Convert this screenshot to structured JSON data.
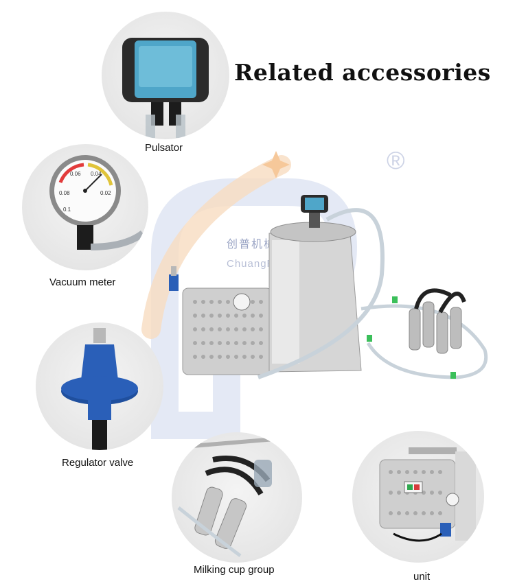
{
  "heading": "Related accessories",
  "watermark": {
    "chinese": "创普机械",
    "latin": "ChuangPu",
    "registered": "®"
  },
  "colors": {
    "blue_accent": "#2a5fb8",
    "orange_accent": "#f2a65a",
    "steel": "#c9c9c9",
    "tube_green": "#3bbf5a"
  },
  "accessories": [
    {
      "label": "Pulsator",
      "icon": "pulsator-icon"
    },
    {
      "label": "Vacuum meter",
      "icon": "vacuum-gauge-icon"
    },
    {
      "label": "Regulator valve",
      "icon": "regulator-valve-icon"
    },
    {
      "label": "Milking cup group",
      "icon": "milking-cup-icon"
    },
    {
      "label": "unit",
      "icon": "pump-unit-icon"
    }
  ],
  "gauge": {
    "ticks": [
      "0.06",
      "0.04",
      "0.02",
      "0.08",
      "0.1"
    ]
  }
}
